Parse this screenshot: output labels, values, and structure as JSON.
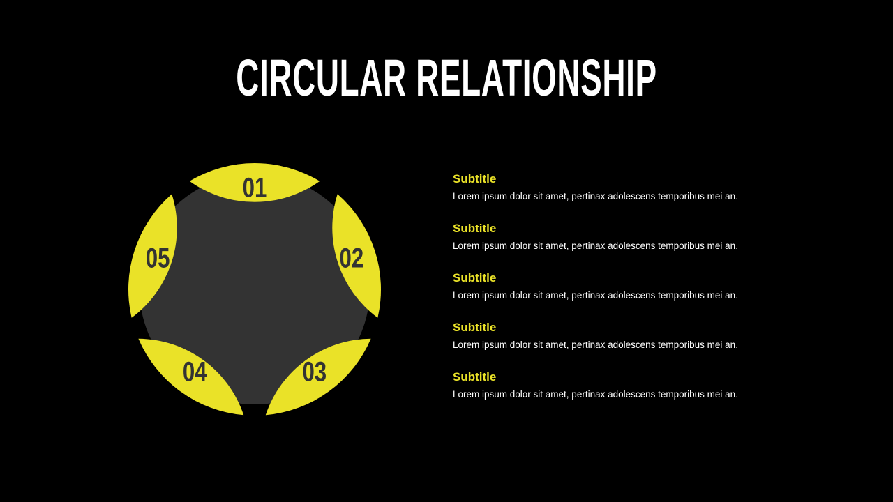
{
  "slide": {
    "title": "CIRCULAR RELATIONSHIP"
  },
  "colors": {
    "background": "#000000",
    "accent": "#EAE228",
    "center_fill": "#333333",
    "number_text": "#333333",
    "title_text": "#FFFFFF",
    "body_text": "#FFFFFF"
  },
  "diagram": {
    "segments": [
      {
        "label": "01"
      },
      {
        "label": "02"
      },
      {
        "label": "03"
      },
      {
        "label": "04"
      },
      {
        "label": "05"
      }
    ]
  },
  "items": [
    {
      "subtitle": "Subtitle",
      "text": "Lorem ipsum dolor sit amet, pertinax adolescens temporibus mei an."
    },
    {
      "subtitle": "Subtitle",
      "text": "Lorem ipsum dolor sit amet, pertinax adolescens temporibus mei an."
    },
    {
      "subtitle": "Subtitle",
      "text": "Lorem ipsum dolor sit amet, pertinax adolescens temporibus mei an."
    },
    {
      "subtitle": "Subtitle",
      "text": "Lorem ipsum dolor sit amet, pertinax adolescens temporibus mei an."
    },
    {
      "subtitle": "Subtitle",
      "text": "Lorem ipsum dolor sit amet, pertinax adolescens temporibus mei an."
    }
  ]
}
